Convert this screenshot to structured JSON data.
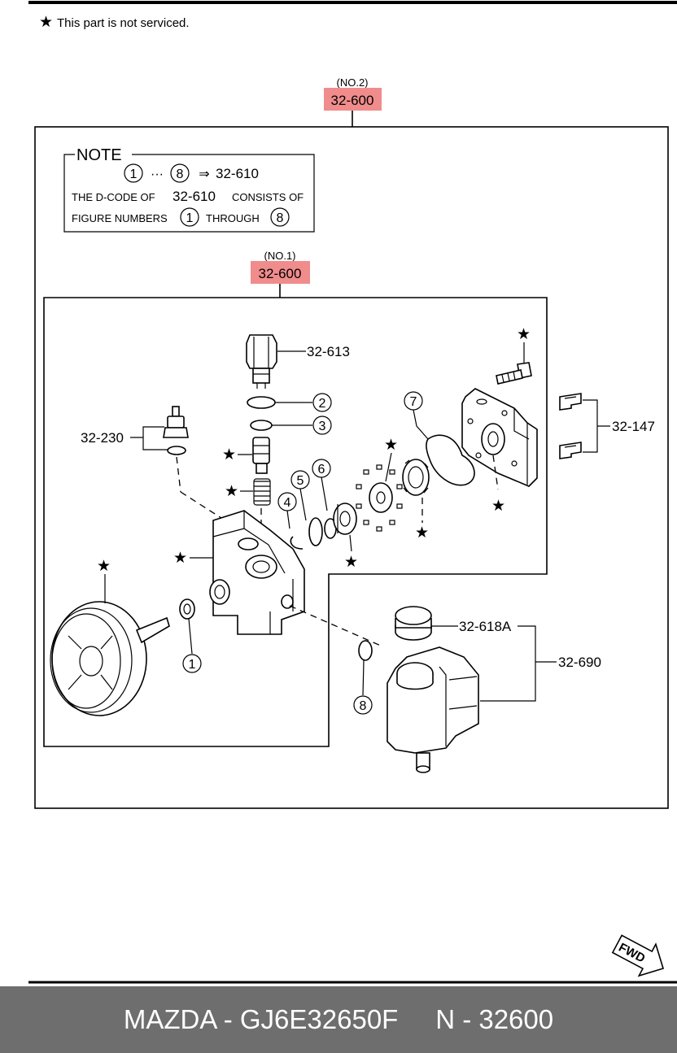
{
  "notice": {
    "text": "This part is not serviced."
  },
  "assembly_no2": {
    "qualifier": "(NO.2)",
    "code": "32-600"
  },
  "assembly_no1": {
    "qualifier": "(NO.1)",
    "code": "32-600"
  },
  "note": {
    "title": "NOTE",
    "range_start": "1",
    "ellipsis": "···",
    "arrow": "⇒",
    "range_code": "32-610",
    "line2_pre": "THE D-CODE OF",
    "line2_code": "32-610",
    "line2_post": "CONSISTS OF",
    "line3_pre": "FIGURE NUMBERS",
    "line3_start": "1",
    "line3_mid": "THROUGH",
    "line3_end": "8"
  },
  "parts": {
    "p613": "32-613",
    "p230": "32-230",
    "p147": "32-147",
    "p618a": "32-618A",
    "p690": "32-690"
  },
  "callouts": {
    "c1": "1",
    "c2": "2",
    "c3": "3",
    "c4": "4",
    "c5": "5",
    "c6": "6",
    "c7": "7",
    "c8": "8"
  },
  "fwd": "FWD",
  "footer": {
    "brand_part": "MAZDA - GJ6E32650F",
    "ref": "N - 32600"
  }
}
